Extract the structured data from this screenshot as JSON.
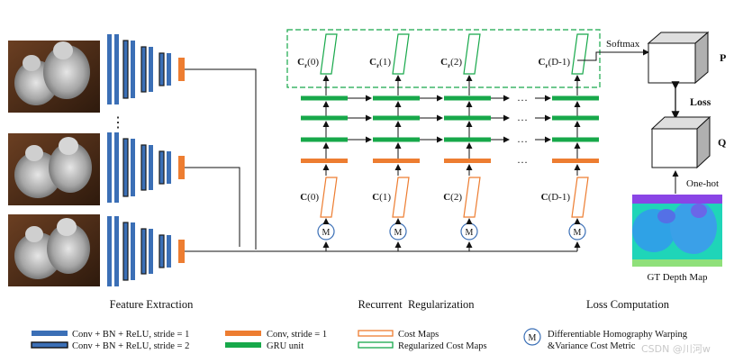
{
  "sections": {
    "feature_extraction": "Feature Extraction",
    "recurrent_regularization": "Recurrent  Regularization",
    "loss_computation": "Loss Computation"
  },
  "regularized_labels": [
    {
      "base": "C",
      "sub": "r",
      "idx": "(0)"
    },
    {
      "base": "C",
      "sub": "r",
      "idx": "(1)"
    },
    {
      "base": "C",
      "sub": "r",
      "idx": "(2)"
    },
    {
      "base": "C",
      "sub": "r",
      "idx": "(D-1)"
    }
  ],
  "cost_labels": [
    {
      "base": "C",
      "idx": "(0)"
    },
    {
      "base": "C",
      "idx": "(1)"
    },
    {
      "base": "C",
      "idx": "(2)"
    },
    {
      "base": "C",
      "idx": "(D-1)"
    }
  ],
  "homography_symbol": "M",
  "ellipsis": {
    "vertical": "⋮",
    "horizontal": "…"
  },
  "loss": {
    "softmax": "Softmax",
    "p_label": "P",
    "loss_label": "Loss",
    "q_label": "Q",
    "onehot": "One-hot",
    "gt_caption": "GT Depth Map"
  },
  "legend": {
    "conv_bn_relu_1": "Conv + BN + ReLU, stride = 1",
    "conv_bn_relu_2": "Conv + BN + ReLU, stride = 2",
    "conv_stride1": "Conv, stride = 1",
    "gru_unit": "GRU unit",
    "cost_maps": "Cost Maps",
    "regularized_cost_maps": "Regularized Cost Maps",
    "dhw_line1": "Differentiable Homography Warping",
    "dhw_line2": "&Variance Cost Metric"
  },
  "watermark": "CSDN @川河w",
  "colors": {
    "blue": "#3b6fb6",
    "orange": "#ed7d31",
    "green": "#17a84a",
    "dark": "#1a1a1a",
    "cube_front": "#ffffff",
    "cube_side": "#b0b0b0",
    "cube_top": "#dedede"
  }
}
